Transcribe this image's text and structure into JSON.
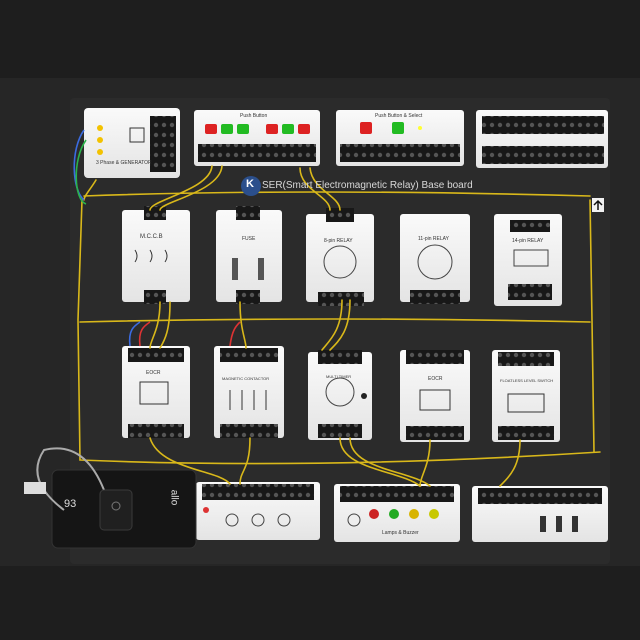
{
  "board": {
    "title": "SER(Smart Electromagnetic Relay) Base board",
    "badge": "K",
    "arrow_icon": "up-arrow-icon"
  },
  "top_row": {
    "power_module": "3 Phase & GENERATOR",
    "push_button": "Push Button",
    "push_select": "Push Button & Select"
  },
  "middle_row": {
    "mccb": "M.C.C.B",
    "fuse": "FUSE",
    "relay8": "8-pin RELAY",
    "relay11": "11-pin RELAY",
    "relay14": "14-pin RELAY"
  },
  "lower_row": {
    "eocr": "EOCR",
    "contactor": "MAGNETIC CONTACTOR",
    "timer": "MULTI TIMER",
    "eocr2": "EOCR",
    "float": "FLOATLESS LEVEL SWITCH"
  },
  "bottom_row": {
    "lamps": "Lamps & Buzzer"
  },
  "powerbank": {
    "number": "93",
    "brand": "allo"
  },
  "colors": {
    "wire": "#d9b81a",
    "module": "#f2f2f2",
    "board": "#262626",
    "terminal": "#1a1a1a"
  }
}
